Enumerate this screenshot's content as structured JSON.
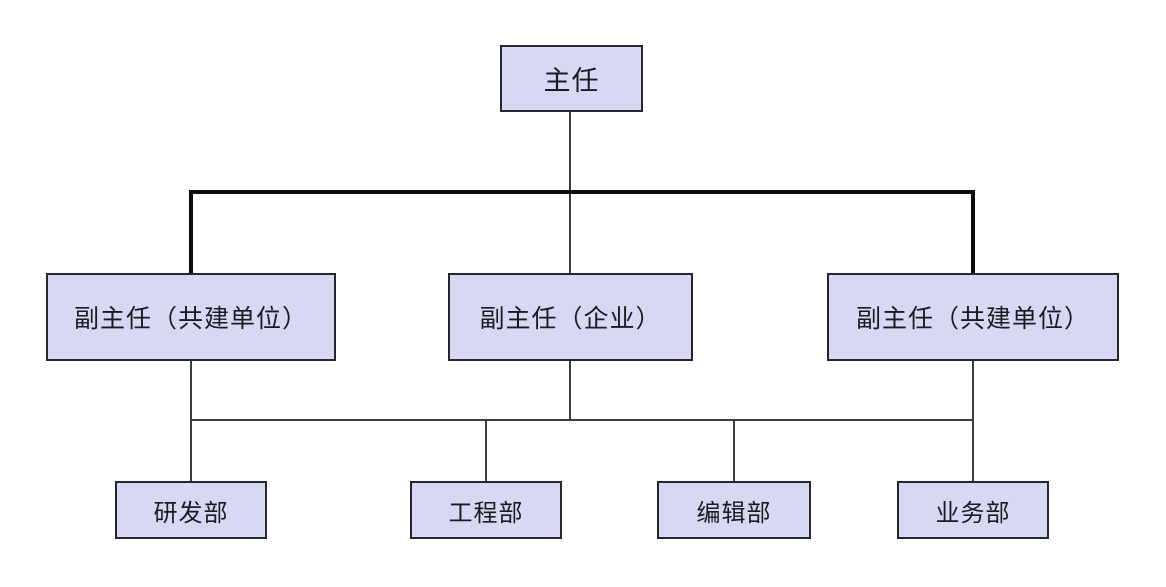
{
  "diagram": {
    "type": "org-chart",
    "background_color": "#ffffff",
    "node_fill_color": "#d6d8f4",
    "node_border_color": "#26262e",
    "connector_color": "#3b3b43",
    "connector_bold_color": "#0c0c10",
    "root": {
      "label": "主任"
    },
    "level2": [
      {
        "label": "副主任（共建单位）"
      },
      {
        "label": "副主任（企业）"
      },
      {
        "label": "副主任（共建单位）"
      }
    ],
    "level3": [
      {
        "label": "研发部"
      },
      {
        "label": "工程部"
      },
      {
        "label": "编辑部"
      },
      {
        "label": "业务部"
      }
    ]
  }
}
